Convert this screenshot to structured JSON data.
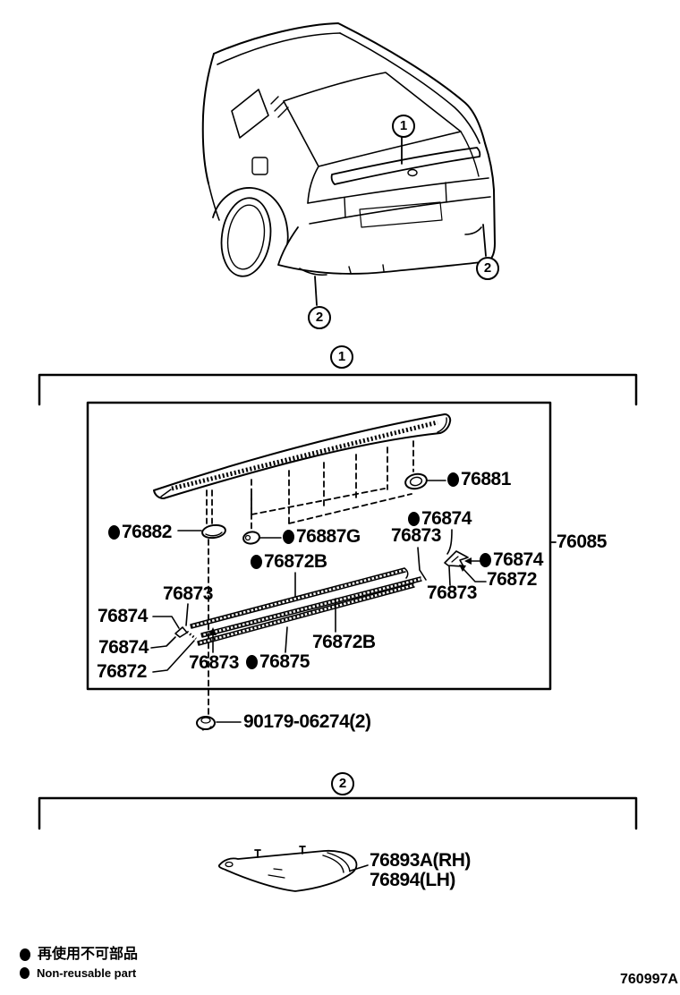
{
  "doc": {
    "code": "760997A"
  },
  "legend": {
    "jp": "再使用不可部品",
    "en": "Non-reusable part"
  },
  "car": {
    "spoiler_callout": "1",
    "left_mudguard_callout": "2",
    "right_mudguard_callout": "2"
  },
  "section1": {
    "callout": "1",
    "assembly": "76085",
    "fastener": "90179-06274(2)",
    "labels": [
      {
        "text": "76881",
        "nonreusable": true
      },
      {
        "text": "76882",
        "nonreusable": true
      },
      {
        "text": "76887G",
        "nonreusable": true
      },
      {
        "text": "76872B",
        "nonreusable": true
      },
      {
        "text": "76874",
        "nonreusable": true
      },
      {
        "text": "76873",
        "nonreusable": false
      },
      {
        "text": "76874",
        "nonreusable": true
      },
      {
        "text": "76872",
        "nonreusable": false
      },
      {
        "text": "76873",
        "nonreusable": false
      },
      {
        "text": "76873",
        "nonreusable": false
      },
      {
        "text": "76874",
        "nonreusable": false
      },
      {
        "text": "76874",
        "nonreusable": false
      },
      {
        "text": "76872",
        "nonreusable": false
      },
      {
        "text": "76873",
        "nonreusable": false
      },
      {
        "text": "76875",
        "nonreusable": true
      },
      {
        "text": "76872B",
        "nonreusable": false
      }
    ]
  },
  "section2": {
    "callout": "2",
    "part_rh": "76893A(RH)",
    "part_lh": "76894(LH)"
  }
}
